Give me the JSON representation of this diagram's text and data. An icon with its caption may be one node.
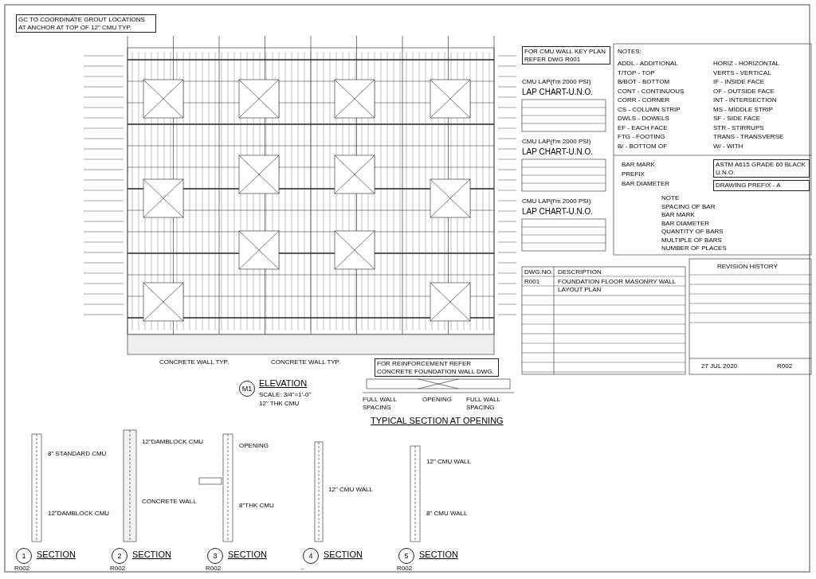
{
  "diagram": {
    "labels": [
      "GC TO COORDINATE GROUT LOCATIONS AT ANCHOR AT TOP OF 12\" CMU TYP.",
      "FOR REINFORCEMENT REFER CONCRETE FOUNDATION WALL DWG.",
      "CONCRETE WALL TYP.",
      "CONCRETE WALL TYP.",
      "M1",
      "ELEVATION",
      "SCALE: 3/4\"=1'-0\"",
      "12\" THK CMU",
      "FULL WALL SPACING",
      "OPENING",
      "FULL WALL SPACING",
      "TYPICAL SECTION AT OPENING",
      "8\" STANDARD CMU",
      "12\"DAMBLOCK CMU",
      "12\"DAMBLOCK CMU",
      "CONCRETE WALL",
      "OPENING",
      "8\"THK CMU",
      "12\" CMU WALL",
      "12\" CMU WALL",
      "8\" CMU WALL",
      "1",
      "R002",
      "SECTION",
      "2",
      "R002",
      "SECTION",
      "3",
      "R002",
      "SECTION",
      "4",
      "-",
      "SECTION",
      "5",
      "R002",
      "SECTION",
      "FOR CMU WALL KEY PLAN REFER DWG R001",
      "CMU LAP(f'm 2000 PSI)",
      "LAP CHART-U.N.O.",
      "CMU LAP(f'm 2000 PSI)",
      "LAP CHART-U.N.O.",
      "CMU LAP(f'm 2000 PSI)",
      "LAP CHART-U.N.O.",
      "NOTES:",
      "ADDL - ADDITIONAL",
      "T/TOP - TOP",
      "B/BOT - BOTTOM",
      "CONT - CONTINUOUS",
      "CORR - CORNER",
      "CS - COLUMN STRIP",
      "DWLS - DOWELS",
      "EF - EACH FACE",
      "FTG - FOOTING",
      "B/ - BOTTOM OF",
      "HORIZ - HORIZONTAL",
      "VERTS - VERTICAL",
      "IF - INSIDE FACE",
      "OF - OUTSIDE FACE",
      "INT - INTERSECTION",
      "MS - MIDDLE STRIP",
      "SF - SIDE FACE",
      "STR - STIRRUPS",
      "TRANS - TRANSVERSE",
      "W/ - WITH",
      "BAR MARK",
      "PREFIX",
      "BAR DIAMETER",
      "ASTM A615 GRADE 60 BLACK U.N.O.",
      "DRAWING PREFIX - A",
      "NOTE",
      "SPACING OF BAR",
      "BAR MARK",
      "BAR DIAMETER",
      "QUANTITY OF BARS",
      "MULTIPLE OF BARS",
      "NUMBER OF PLACES",
      "REVISION HISTORY",
      "DWG.NO.",
      "DESCRIPTION",
      "R001",
      "FOUNDATION FLOOR MASONRY WALL LAYOUT PLAN",
      "27 JUL 2020",
      "R002"
    ]
  }
}
